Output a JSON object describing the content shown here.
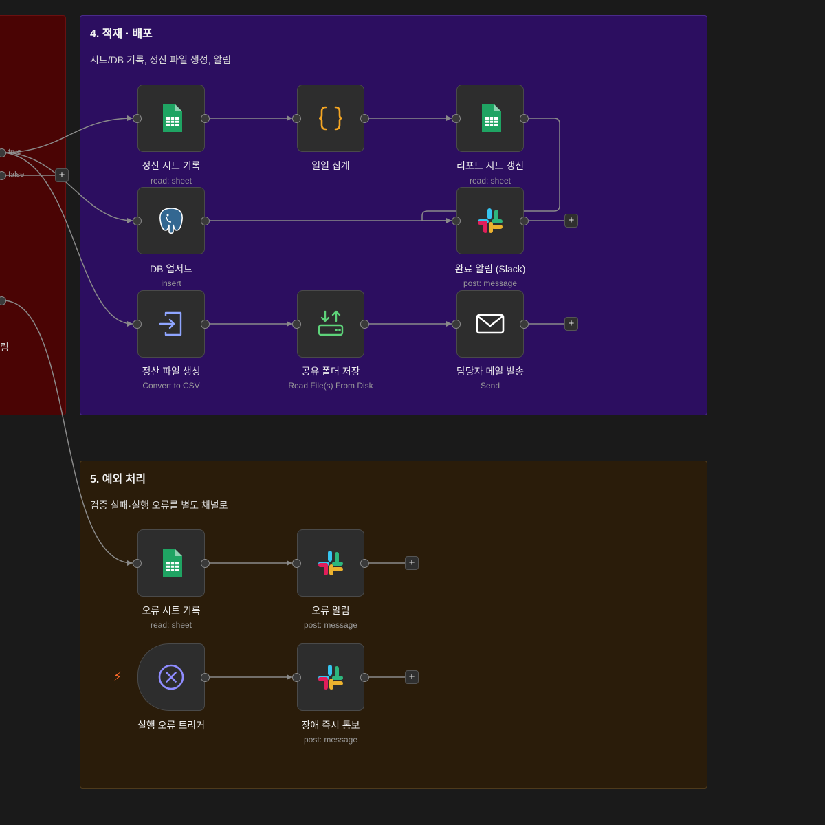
{
  "groups": {
    "g4": {
      "title": "4. 적재 · 배포",
      "desc": "시트/DB 기록, 정산 파일 생성, 알림"
    },
    "g5": {
      "title": "5. 예외 처리",
      "desc": "검증 실패·실행 오류를 별도 채널로"
    }
  },
  "branch": {
    "true_label": "true",
    "false_label": "false"
  },
  "stray_text": "림",
  "nodes": {
    "sheet_record": {
      "label": "정산 시트 기록",
      "sub": "read: sheet",
      "icon": "google-sheets-icon"
    },
    "daily_agg": {
      "label": "일일 집계",
      "sub": "",
      "icon": "code-braces-icon"
    },
    "report_update": {
      "label": "리포트 시트 갱신",
      "sub": "read: sheet",
      "icon": "google-sheets-icon"
    },
    "db_upsert": {
      "label": "DB 업서트",
      "sub": "insert",
      "icon": "postgres-icon"
    },
    "slack_done": {
      "label": "완료 알림 (Slack)",
      "sub": "post: message",
      "icon": "slack-icon"
    },
    "file_gen": {
      "label": "정산 파일 생성",
      "sub": "Convert to CSV",
      "icon": "file-export-icon"
    },
    "shared_save": {
      "label": "공유 폴더 저장",
      "sub": "Read File(s) From Disk",
      "icon": "disk-transfer-icon"
    },
    "mail_send": {
      "label": "담당자 메일 발송",
      "sub": "Send",
      "icon": "mail-icon"
    },
    "err_sheet": {
      "label": "오류 시트 기록",
      "sub": "read: sheet",
      "icon": "google-sheets-icon"
    },
    "err_alert": {
      "label": "오류 알림",
      "sub": "post: message",
      "icon": "slack-icon"
    },
    "err_trigger": {
      "label": "실행 오류 트리거",
      "sub": "",
      "icon": "error-trigger-icon"
    },
    "outage_notice": {
      "label": "장애 즉시 통보",
      "sub": "post: message",
      "icon": "slack-icon"
    }
  },
  "plus_label": "+",
  "colors": {
    "group4": "#2c0e60",
    "group5": "#2a1c0a",
    "group_red": "#4a0404",
    "edge": "#8a8a8a"
  }
}
